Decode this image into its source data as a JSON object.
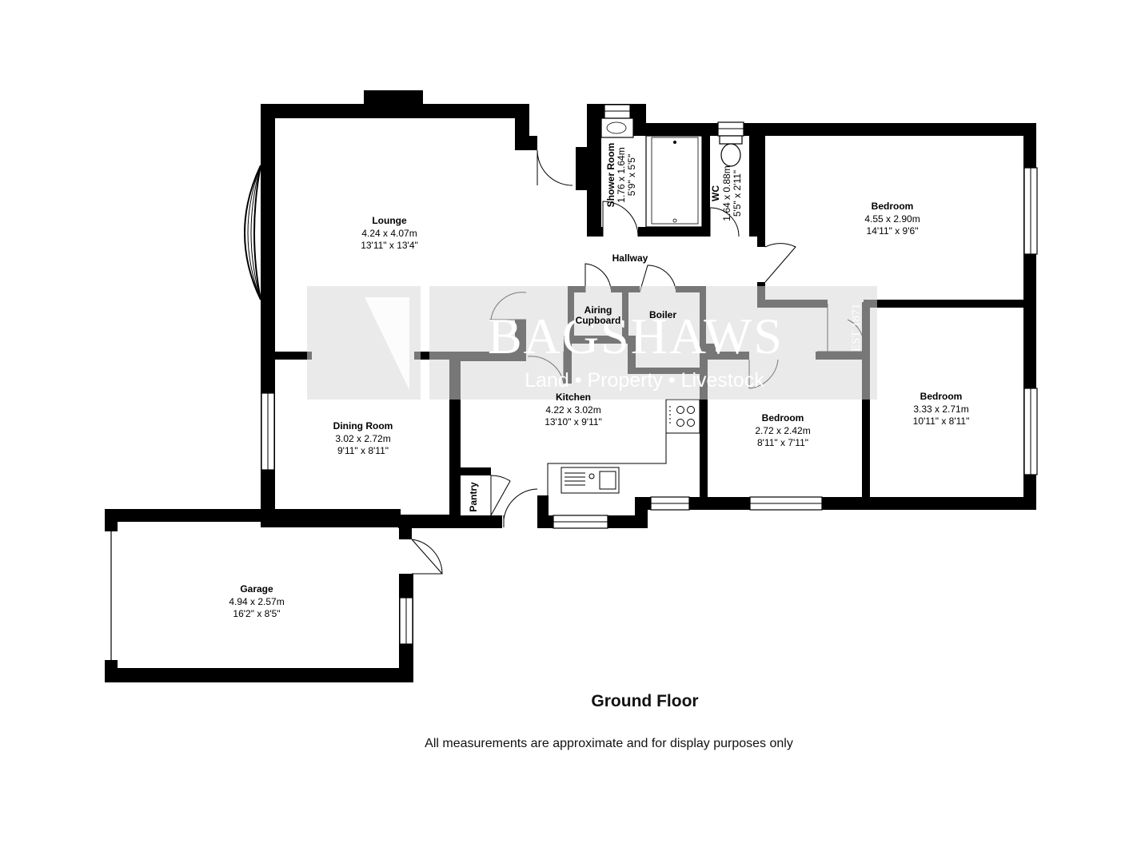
{
  "floor": {
    "title": "Ground Floor",
    "disclaimer": "All measurements are approximate and for display purposes only"
  },
  "watermark": {
    "brand": "BAGSHAWS",
    "tagline": "Land • Property • Livestock",
    "established": "EST 1871"
  },
  "rooms": {
    "lounge": {
      "name": "Lounge",
      "metric": "4.24 x 4.07m",
      "imperial": "13'11\" x 13'4\""
    },
    "dining": {
      "name": "Dining Room",
      "metric": "3.02 x 2.72m",
      "imperial": "9'11\" x 8'11\""
    },
    "kitchen": {
      "name": "Kitchen",
      "metric": "4.22 x 3.02m",
      "imperial": "13'10\" x 9'11\""
    },
    "hallway": {
      "name": "Hallway"
    },
    "airing": {
      "name_line1": "Airing",
      "name_line2": "Cupboard"
    },
    "boiler": {
      "name": "Boiler"
    },
    "pantry": {
      "name": "Pantry"
    },
    "shower": {
      "name": "Shower Room",
      "metric": "1.76 x 1.64m",
      "imperial": "5'9\" x 5'5\""
    },
    "wc": {
      "name": "WC",
      "metric": "1.64 x 0.88m",
      "imperial": "5'5\" x 2'11\""
    },
    "bedroom1": {
      "name": "Bedroom",
      "metric": "4.55 x 2.90m",
      "imperial": "14'11\" x 9'6\""
    },
    "bedroom2": {
      "name": "Bedroom",
      "metric": "3.33 x 2.71m",
      "imperial": "10'11\" x 8'11\""
    },
    "bedroom3": {
      "name": "Bedroom",
      "metric": "2.72 x 2.42m",
      "imperial": "8'11\" x 7'11\""
    },
    "garage": {
      "name": "Garage",
      "metric": "4.94 x 2.57m",
      "imperial": "16'2\" x 8'5\""
    }
  }
}
